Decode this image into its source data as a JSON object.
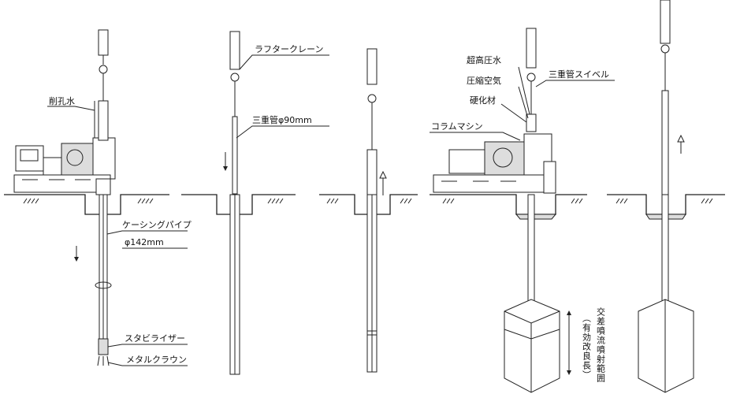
{
  "labels": {
    "drill_water": "削孔水",
    "rough_crane": "ラフタークレーン",
    "triple_pipe": "三重管φ90mm",
    "casing_pipe": "ケーシングパイプ",
    "casing_diameter": "φ142mm",
    "stabilizer": "スタビライザー",
    "metal_crown": "メタルクラウン",
    "super_high_pressure_water": "超高圧水",
    "compressed_air": "圧縮空気",
    "hardening_material": "硬化材",
    "triple_pipe_swivel": "三重管スイベル",
    "column_machine": "コラムマシン",
    "cross_jet_range": "交差噴流噴射範囲",
    "effective_length": "（有効改良長）"
  }
}
